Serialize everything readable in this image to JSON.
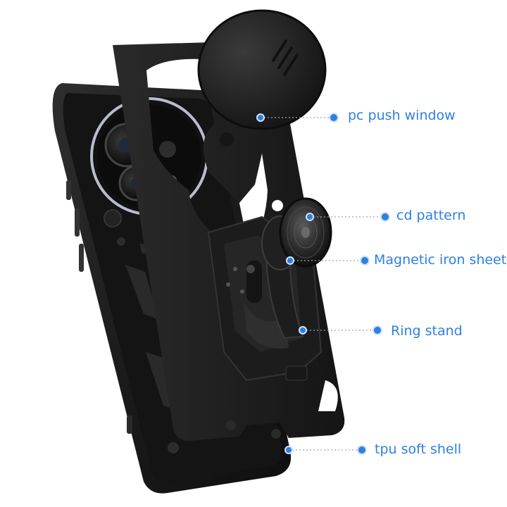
{
  "labels": {
    "push_window": "pc push window",
    "cd_pattern": "cd pattern",
    "magnetic_sheet": "Magnetic iron sheet",
    "ring_stand": "Ring stand",
    "tpu_shell": "tpu soft shell"
  },
  "colors": {
    "accent": "#2f7fe0",
    "case_black": "#1a1a1a",
    "frame_black": "#222222",
    "lens_ring": "#b9bccc"
  }
}
